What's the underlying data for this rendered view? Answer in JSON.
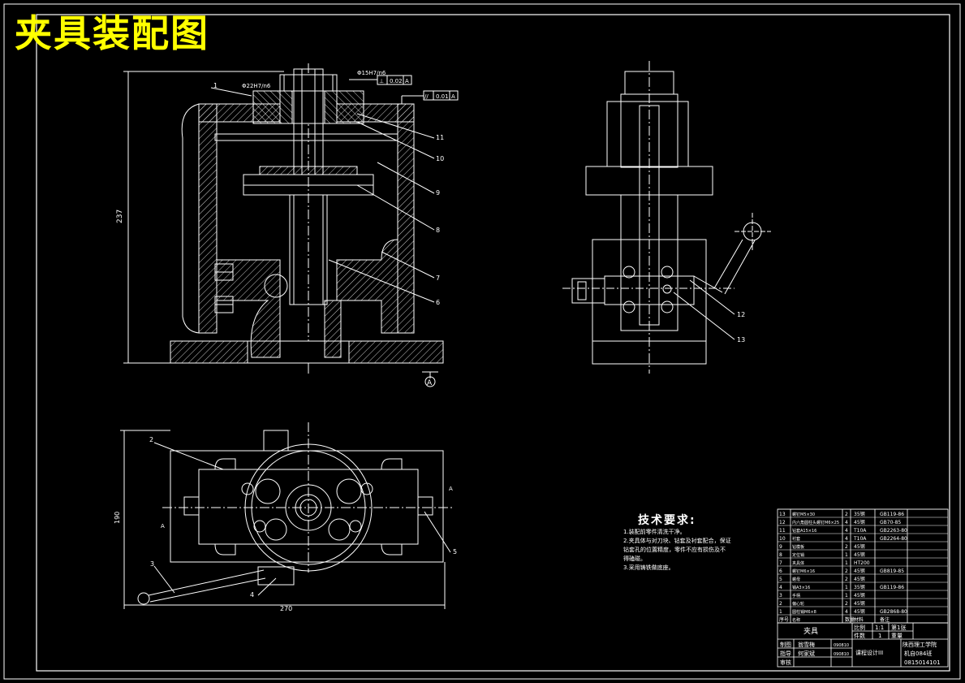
{
  "title": "夹具装配图",
  "colors": {
    "background": "#000000",
    "line": "#ffffff",
    "title": "#ffff00",
    "hatch": "#ffffff"
  },
  "front_view": {
    "callouts": [
      "1",
      "11",
      "10",
      "9",
      "8",
      "7",
      "6"
    ],
    "dims": {
      "height": "237",
      "bore": "Φ22H7/n6",
      "shaft": "Φ15H7/n6"
    },
    "gdt": [
      {
        "symbol": "⊥",
        "value": "0.02",
        "datum": "A"
      },
      {
        "symbol": "//",
        "value": "0.01",
        "datum": "A"
      }
    ],
    "datum_label": "A"
  },
  "side_view": {
    "callouts": [
      "12",
      "13"
    ]
  },
  "top_view": {
    "callouts": [
      "2",
      "3",
      "4",
      "5"
    ],
    "dims": {
      "width": "270",
      "depth": "190"
    },
    "section_marks": [
      "A",
      "A"
    ]
  },
  "tech_requirements": {
    "title": "技术要求:",
    "lines": [
      "1.装配前零件清洗干净。",
      "2.夹具体与对刀块、钻套及衬套配合，保证",
      "  钻套孔的位置精度，零件不应有损伤及不",
      "  得磕碰。",
      "3.采用铸铁做底座。"
    ]
  },
  "bom": {
    "rows": [
      {
        "no": "13",
        "name": "螺钉M5×30",
        "qty": "2",
        "material": "35钢",
        "std": "GB119-86"
      },
      {
        "no": "12",
        "name": "内六角圆柱头螺钉M6×25",
        "qty": "4",
        "material": "45钢",
        "std": "GB70-85"
      },
      {
        "no": "11",
        "name": "钻套A15×16",
        "qty": "4",
        "material": "T10A",
        "std": "GB2263-80"
      },
      {
        "no": "10",
        "name": "衬套",
        "qty": "4",
        "material": "T10A",
        "std": "GB2264-80"
      },
      {
        "no": "9",
        "name": "钻模板",
        "qty": "2",
        "material": "45钢",
        "std": ""
      },
      {
        "no": "8",
        "name": "定位销",
        "qty": "1",
        "material": "45钢",
        "std": ""
      },
      {
        "no": "7",
        "name": "夹具体",
        "qty": "1",
        "material": "HT200",
        "std": ""
      },
      {
        "no": "6",
        "name": "螺钉M6×16",
        "qty": "2",
        "material": "45钢",
        "std": "GB819-85"
      },
      {
        "no": "5",
        "name": "螺母",
        "qty": "2",
        "material": "45钢",
        "std": ""
      },
      {
        "no": "4",
        "name": "销A3×16",
        "qty": "1",
        "material": "35钢",
        "std": "GB119-86"
      },
      {
        "no": "3",
        "name": "手柄",
        "qty": "1",
        "material": "45钢",
        "std": ""
      },
      {
        "no": "2",
        "name": "偏心轮",
        "qty": "2",
        "material": "45钢",
        "std": ""
      },
      {
        "no": "1",
        "name": "圆柱销M6×8",
        "qty": "4",
        "material": "45钢",
        "std": "GB2868-80"
      }
    ],
    "header": {
      "no": "序号",
      "name": "名称",
      "qty": "数量",
      "material": "材料",
      "std": "备注"
    }
  },
  "title_block": {
    "part_name": "夹具",
    "scale_label": "比例",
    "scale": "1:1",
    "count_label": "件数",
    "count": "1",
    "sheet_label": "第1张",
    "weight_label": "重量",
    "designed_by_label": "制图",
    "designer": "翁雪梅",
    "designer_id": "090810",
    "checked_by_label": "指导",
    "checker": "何家斌",
    "checker_id": "090810",
    "approved_by_label": "审核",
    "school": "陕西理工学院",
    "course": "课程设计III",
    "class": "机自084班",
    "student_no": "0815014101"
  }
}
